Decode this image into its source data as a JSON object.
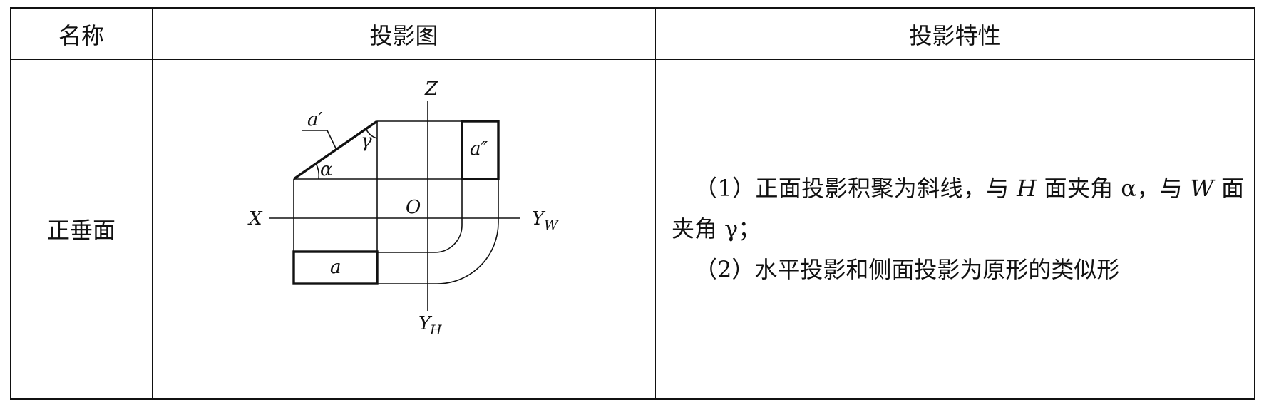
{
  "table": {
    "headers": [
      "名称",
      "投影图",
      "投影特性"
    ],
    "row": {
      "name": "正垂面",
      "properties": [
        "（1）正面投影积聚为斜线，与 H 面夹角 α，与 W 面夹角 γ；",
        "（2）水平投影和侧面投影为原形的类似形"
      ]
    }
  },
  "diagram": {
    "axis_labels": {
      "z": "Z",
      "x": "X",
      "o": "O",
      "yw": "Y",
      "yw_sub": "W",
      "yh": "Y",
      "yh_sub": "H"
    },
    "projection_labels": {
      "front": "a′",
      "side": "a″",
      "top": "a"
    },
    "angle_labels": {
      "alpha": "α",
      "gamma": "γ"
    }
  }
}
